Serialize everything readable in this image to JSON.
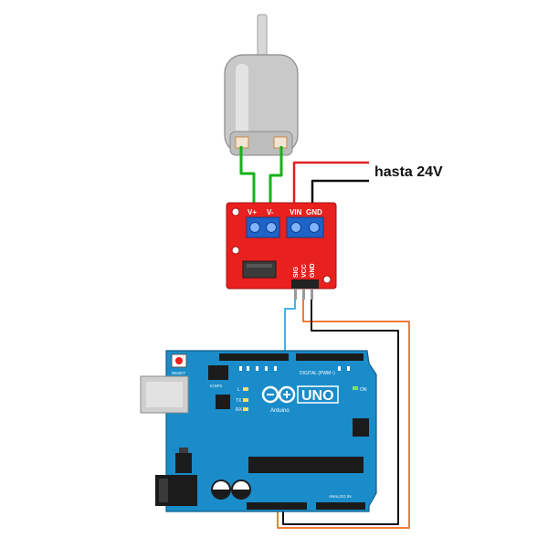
{
  "annotation": {
    "power_label": "hasta 24V"
  },
  "mosfet_module": {
    "terminal_labels": [
      "V+",
      "V-",
      "VIN",
      "GND"
    ],
    "pin_labels": [
      "SIG",
      "VCC",
      "GND"
    ]
  },
  "arduino": {
    "logo_text": "UNO",
    "brand_text": "Arduino",
    "reset_label": "RESET",
    "icsp_label": "ICSP2",
    "led_labels": [
      "L",
      "TX",
      "RX"
    ],
    "on_label": "ON",
    "digital_header_label": "DIGITAL (PWM~)",
    "analog_header_label": "ANALOG IN"
  },
  "colors": {
    "motor_body": "#c9c9c9",
    "motor_shaft": "#d8d8d8",
    "module_red": "#e8201e",
    "terminal_blue": "#1e63c8",
    "board_blue": "#1a8cc9",
    "wire_green": "#13b31a",
    "wire_red": "#e02020",
    "wire_black": "#111111",
    "wire_orange": "#f07a3a",
    "wire_cyan": "#43b5e8"
  }
}
